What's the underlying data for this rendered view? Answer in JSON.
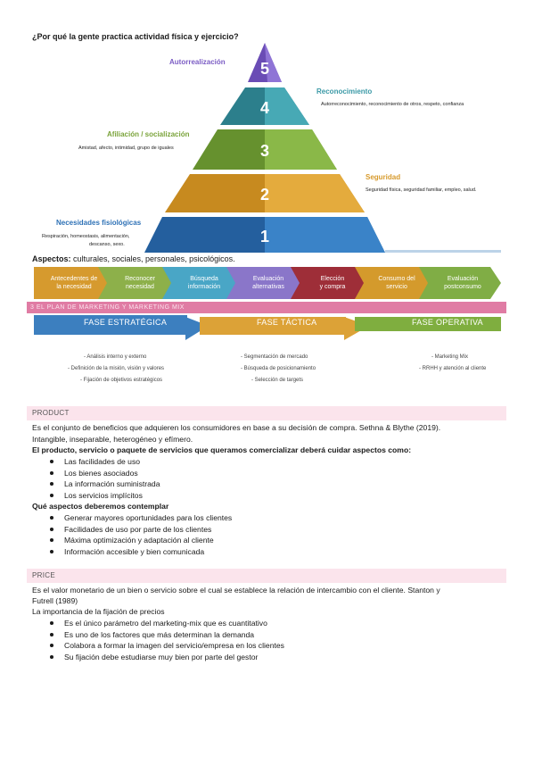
{
  "title": "¿Por qué la gente practica actividad física y ejercicio?",
  "pyramid": {
    "levels": [
      {
        "number": "5",
        "title": "Autorrealización",
        "desc": ""
      },
      {
        "number": "4",
        "title": "Reconocimiento",
        "desc": "Autorreconocimiento, reconocimiento de otros, respeto, confianza"
      },
      {
        "number": "3",
        "title": "Afiliación / socialización",
        "desc": "Amistad, afecto, intimidad, grupo de iguales"
      },
      {
        "number": "2",
        "title": "Seguridad",
        "desc": "Seguridad física, seguridad familiar, empleo, salud."
      },
      {
        "number": "1",
        "title": "Necesidades fisiológicas",
        "desc1": "Respiración, homeostasis, alimentación,",
        "desc2": "descanso, sexo."
      }
    ],
    "colors": [
      "#7b5cc4",
      "#3a99a6",
      "#7aa33a",
      "#d79a2c",
      "#2f72b6"
    ]
  },
  "aspects": {
    "label": "Aspectos:",
    "text": " culturales, sociales, personales, psicológicos."
  },
  "process": [
    {
      "l1": "Antecedentes de",
      "l2": "la necesidad",
      "color": "#d69a2e"
    },
    {
      "l1": "Reconocer",
      "l2": "necesidad",
      "color": "#8db04a"
    },
    {
      "l1": "Búsqueda",
      "l2": "información",
      "color": "#49a6c6"
    },
    {
      "l1": "Evaluación",
      "l2": "alternativas",
      "color": "#8a76c9"
    },
    {
      "l1": "Elección",
      "l2": "y compra",
      "color": "#9e2e38"
    },
    {
      "l1": "Consumo del",
      "l2": "servicio",
      "color": "#d49a2c"
    },
    {
      "l1": "Evaluación",
      "l2": "postconsumo",
      "color": "#80ad45"
    }
  ],
  "plan_title": "3 EL PLAN DE MARKETING Y MARKETING MIX",
  "phases": [
    {
      "label": "FASE ESTRATÉGICA",
      "color": "#3c7fbf",
      "items": [
        "Análisis interno y externo",
        "Definición de la misión, visión y valores",
        "Fijación de objetivos estratégicos"
      ]
    },
    {
      "label": "FASE TÁCTICA",
      "color": "#dca237",
      "items": [
        "Segmentación de mercado",
        "Búsqueda de posicionamiento",
        "Selección de targets"
      ]
    },
    {
      "label": "FASE OPERATIVA",
      "color": "#7fae3f",
      "items": [
        "Marketing Mix",
        "RRHH y atención al cliente"
      ]
    }
  ],
  "product": {
    "heading": "PRODUCT",
    "p1": "Es el conjunto de beneficios que adquieren los consumidores en base a su decisión de compra. Sethna & Blythe (2019).",
    "p2": "Intangible, inseparable, heterogéneo y efímero.",
    "p3": "El producto, servicio o paquete de servicios que queramos comercializar deberá cuidar aspectos como:",
    "list1": [
      "Las facilidades de uso",
      "Los bienes asociados",
      "La información suministrada",
      "Los servicios implícitos"
    ],
    "p4": "Qué aspectos deberemos contemplar",
    "list2": [
      "Generar mayores oportunidades para los clientes",
      "Facilidades de uso por parte de los clientes",
      "Máxima optimización y adaptación al cliente",
      "Información accesible y bien comunicada"
    ]
  },
  "price": {
    "heading": "PRICE",
    "p1": "Es el valor monetario de un bien o servicio sobre el cual se establece la relación de intercambio con el cliente. Stanton y",
    "p1b": "Futrell (1989)",
    "p2": "La importancia de la fijación de precios",
    "list": [
      "Es el único parámetro del marketing-mix que es cuantitativo",
      "Es uno de los factores que más determinan la demanda",
      "Colabora a formar la imagen del servicio/empresa en los clientes",
      "Su fijación debe estudiarse muy bien por parte del gestor"
    ]
  }
}
